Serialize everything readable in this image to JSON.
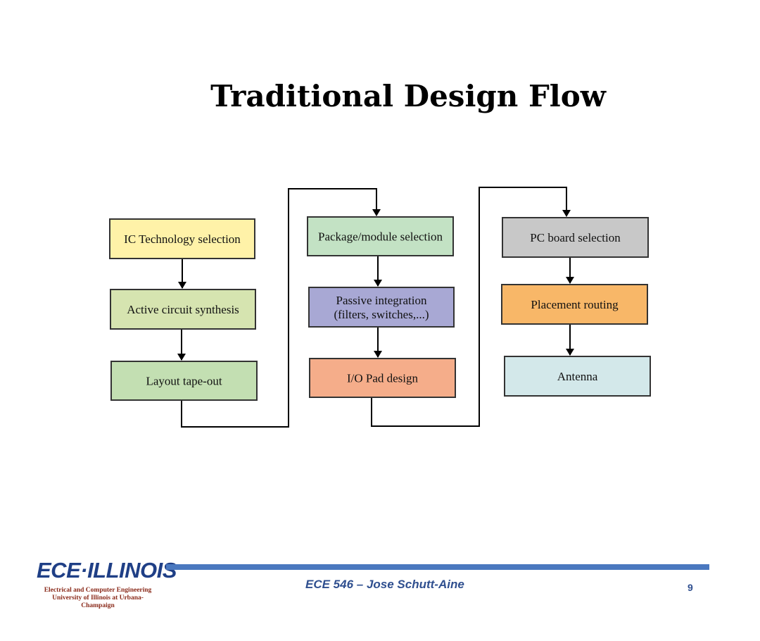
{
  "title": "Traditional Design Flow",
  "diagram": {
    "nodes": [
      {
        "id": "ic-tech",
        "lines": [
          "IC Technology selection"
        ],
        "color": "#fff2a8"
      },
      {
        "id": "active-circuit",
        "lines": [
          "Active circuit synthesis"
        ],
        "color": "#d6e4b0"
      },
      {
        "id": "layout-tapeout",
        "lines": [
          "Layout tape-out"
        ],
        "color": "#c3dfb2"
      },
      {
        "id": "package-module",
        "lines": [
          "Package/module  selection"
        ],
        "color": "#c3e2c4"
      },
      {
        "id": "passive-integration",
        "lines": [
          "Passive integration",
          "(filters, switches,...)"
        ],
        "color": "#a8a8d4"
      },
      {
        "id": "io-pad",
        "lines": [
          "I/O Pad design"
        ],
        "color": "#f5ad8a"
      },
      {
        "id": "pc-board",
        "lines": [
          "PC board selection"
        ],
        "color": "#c8c8c8"
      },
      {
        "id": "placement-routing",
        "lines": [
          "Placement routing"
        ],
        "color": "#f8b768"
      },
      {
        "id": "antenna",
        "lines": [
          "Antenna"
        ],
        "color": "#d3e8ea"
      }
    ],
    "edges": [
      {
        "from": "ic-tech",
        "to": "active-circuit"
      },
      {
        "from": "active-circuit",
        "to": "layout-tapeout"
      },
      {
        "from": "layout-tapeout",
        "to": "package-module"
      },
      {
        "from": "package-module",
        "to": "passive-integration"
      },
      {
        "from": "passive-integration",
        "to": "io-pad"
      },
      {
        "from": "io-pad",
        "to": "pc-board"
      },
      {
        "from": "pc-board",
        "to": "placement-routing"
      },
      {
        "from": "placement-routing",
        "to": "antenna"
      }
    ]
  },
  "footer": {
    "logo_text": "ECE·ILLINOIS",
    "logo_line1": "Electrical and Computer Engineering",
    "logo_line2": "University of Illinois at Urbana-Champaign",
    "course": "ECE 546 – Jose Schutt-Aine",
    "page": "9"
  }
}
